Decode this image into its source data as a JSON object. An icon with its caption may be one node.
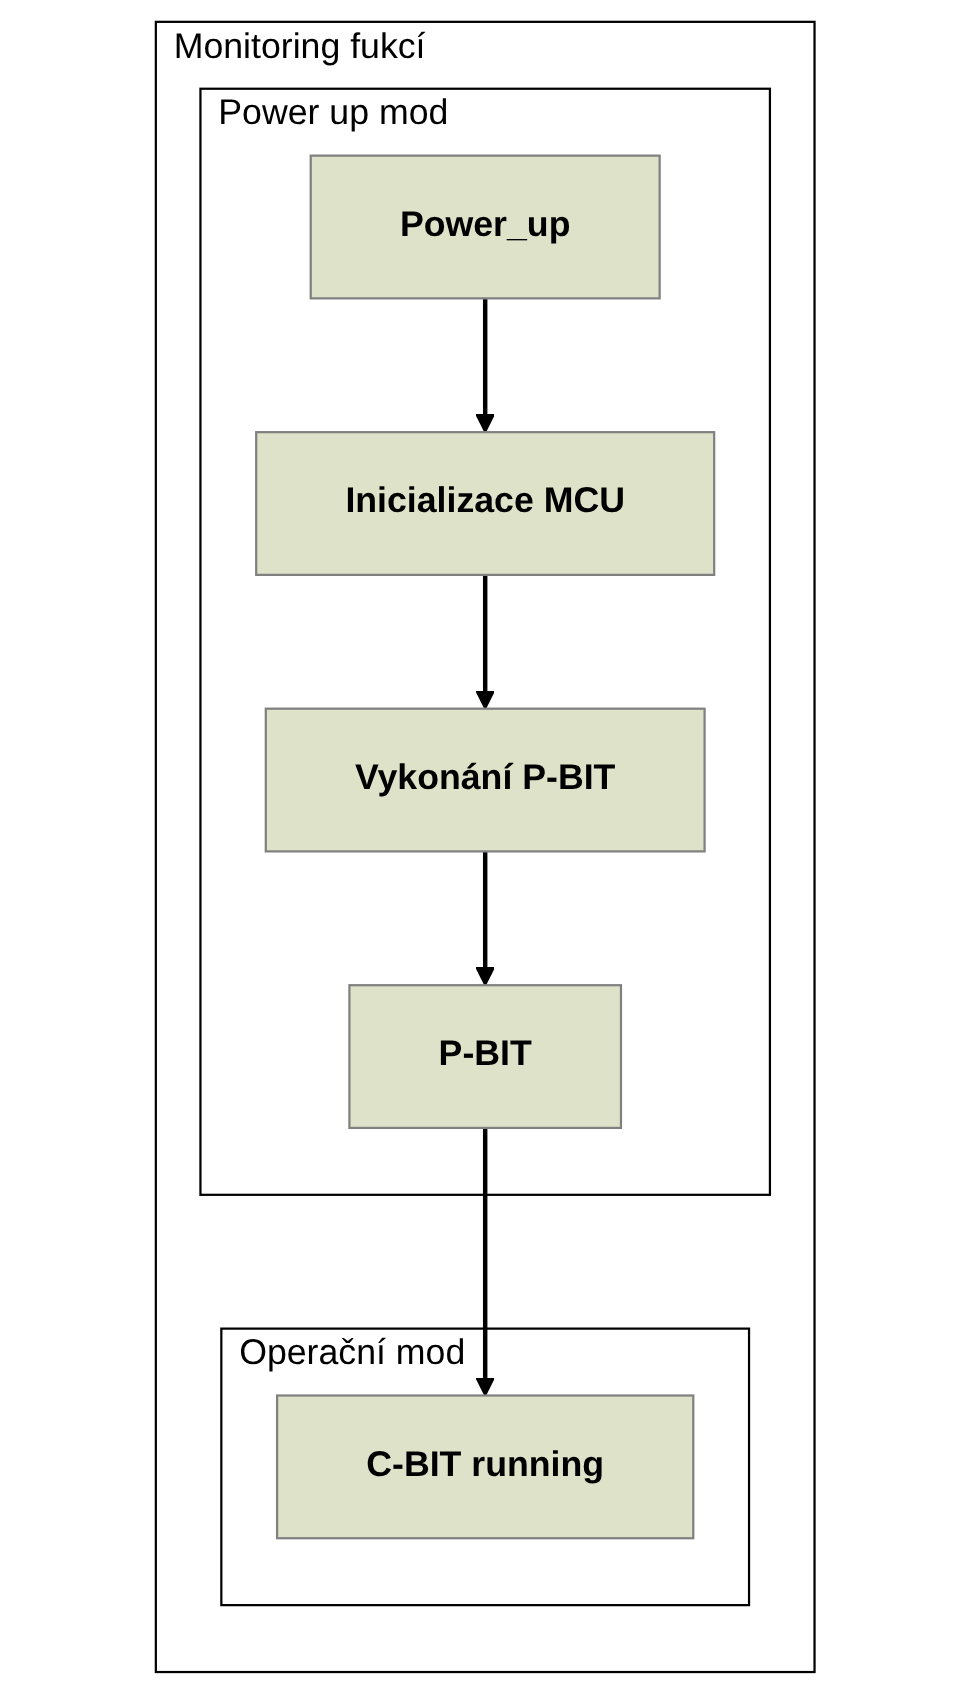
{
  "diagram": {
    "nodes": [
      {
        "text": [
          "Monitoring fukcí"
        ]
      },
      {
        "text": [
          "Power up mod"
        ],
        "in": 0
      },
      {
        "text": [
          "Power_up"
        ],
        "in": 1
      },
      {
        "text": [
          "Inicializace MCU"
        ],
        "in": 1
      },
      {
        "text": [
          "Vykonání P-BIT"
        ],
        "in": 1
      },
      {
        "text": [
          "P-BIT"
        ],
        "in": 1
      },
      {
        "text": [
          "Operační mod"
        ],
        "in": 0
      },
      {
        "text": [
          "C-BIT running"
        ],
        "in": 6
      }
    ],
    "edges": [
      {
        "from": 2,
        "to": 3,
        "arrow": "to"
      },
      {
        "from": 3,
        "to": 4,
        "arrow": "to"
      },
      {
        "from": 4,
        "to": 5,
        "arrow": "to"
      },
      {
        "from": 5,
        "to": 7,
        "arrow": "to"
      }
    ]
  }
}
